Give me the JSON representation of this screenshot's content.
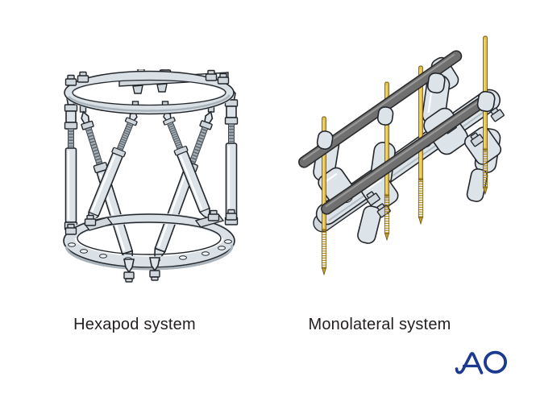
{
  "page": {
    "background_color": "#ffffff"
  },
  "figures": {
    "hexapod": {
      "caption": "Hexapod system"
    },
    "monolateral": {
      "caption": "Monolateral system"
    }
  },
  "logo": {
    "name": "AO",
    "color": "#1c3a8f"
  },
  "colors": {
    "metal_light": "#dce3e9",
    "metal_mid": "#cfd7dd",
    "outline_dark": "#23272b",
    "thread_gray": "#a7b0b8",
    "rod_dark_gray": "#707070",
    "pin_gold": "#e6c14f",
    "pin_thread_gold": "#b88f1e",
    "caption_text": "#231f20",
    "logo_blue": "#1c3a8f"
  }
}
